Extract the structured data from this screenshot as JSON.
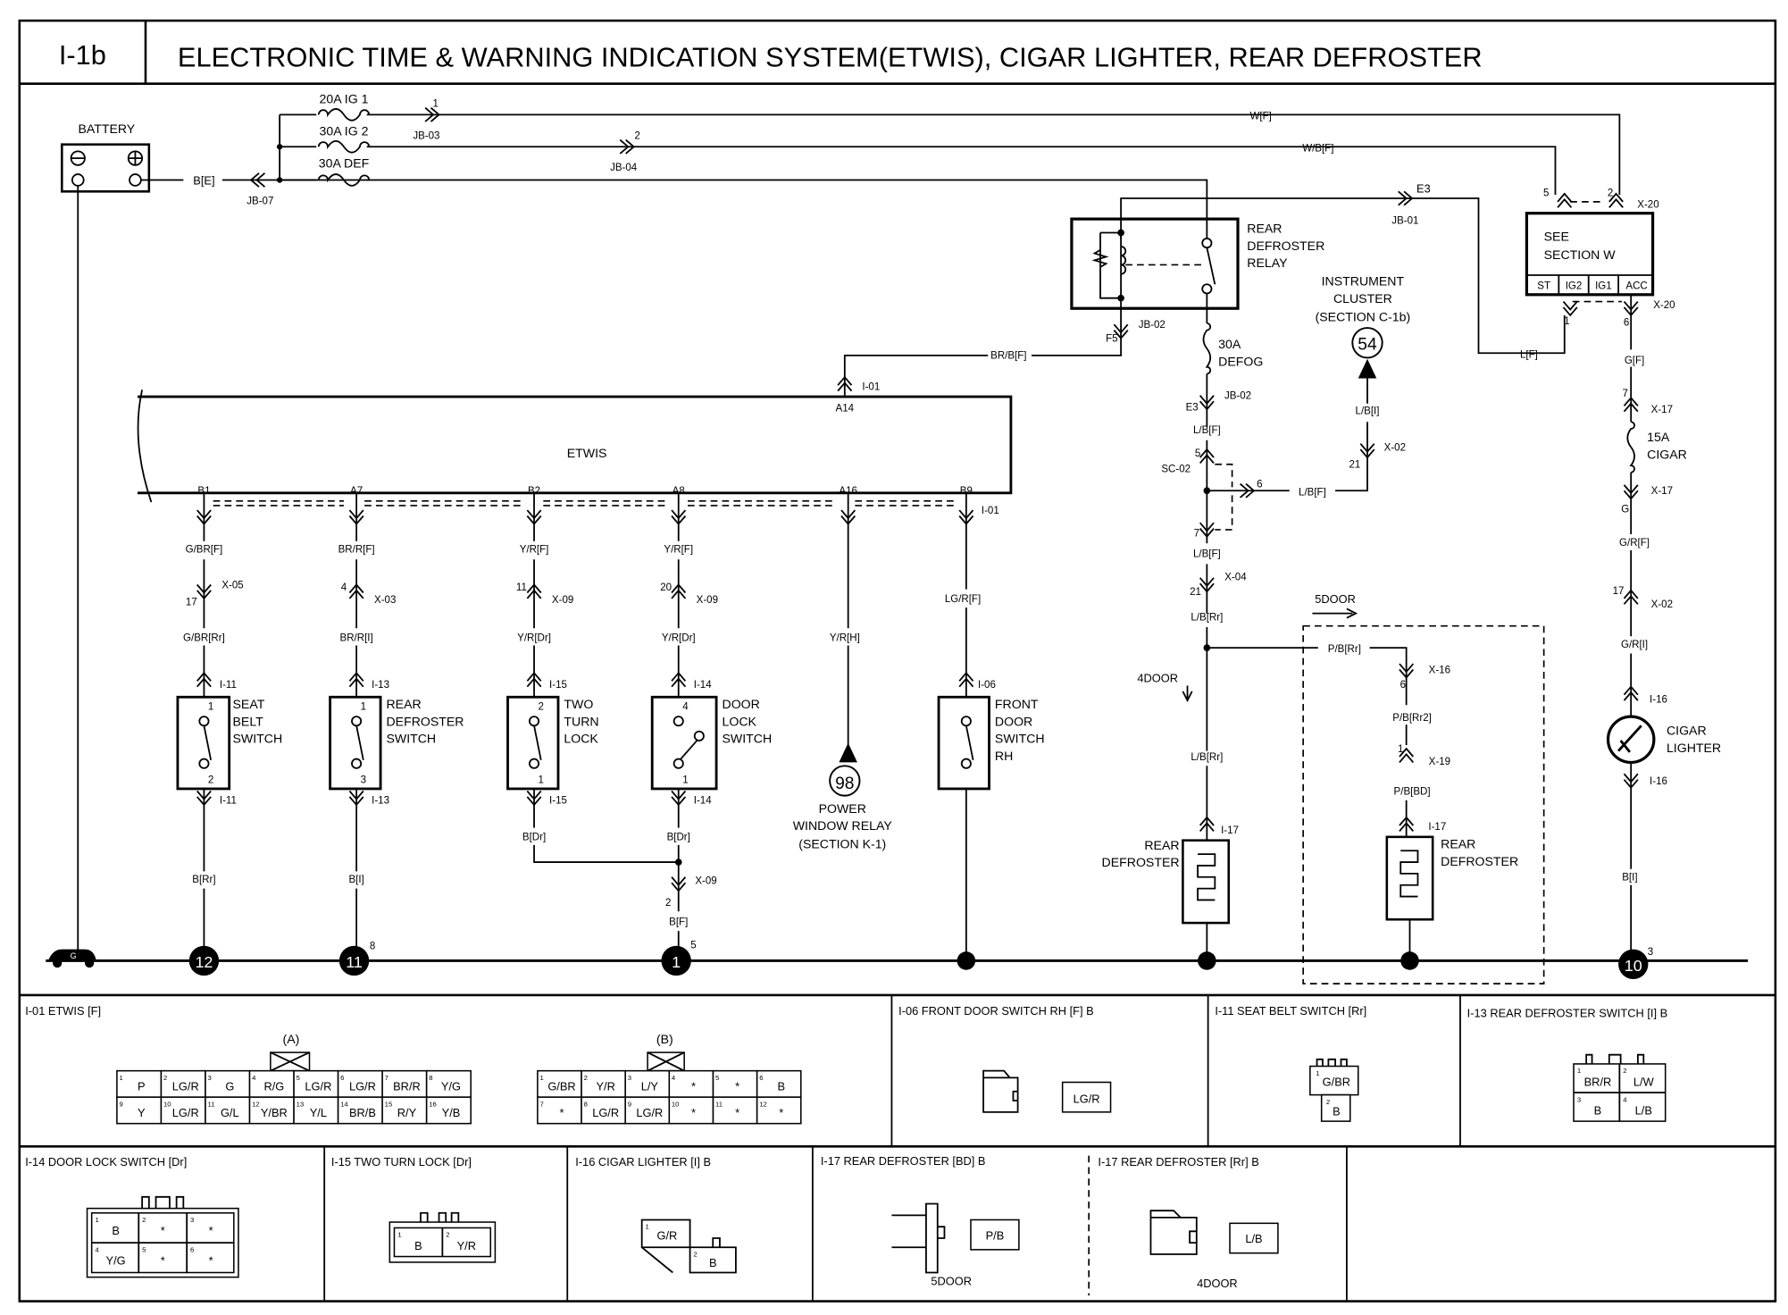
{
  "header": {
    "code": "I-1b",
    "title": "ELECTRONIC TIME & WARNING INDICATION SYSTEM(ETWIS), CIGAR LIGHTER, REAR DEFROSTER"
  },
  "power": {
    "battery": "BATTERY",
    "battery_wire": "B[E]",
    "jb07": "JB-07",
    "fuse_ig1": "20A IG 1",
    "fuse_ig2": "30A IG 2",
    "fuse_def": "30A DEF",
    "jb03": "JB-03",
    "jb03_pin": "1",
    "jb04": "JB-04",
    "jb04_pin": "2",
    "wire_wf": "W[F]",
    "wire_wbf": "W/B[F]",
    "e3_top": "E3",
    "jb01": "JB-01"
  },
  "relay": {
    "name1": "REAR",
    "name2": "DEFROSTER",
    "name3": "RELAY",
    "f5": "F5",
    "jb02a": "JB-02",
    "fuse1": "30A",
    "fuse2": "DEFOG",
    "e3": "E3",
    "jb02b": "JB-02",
    "wire1": "L/B[F]",
    "sc_pin5": "5",
    "sc02": "SC-02",
    "sc_pin6": "6",
    "wire_branch": "L/B[F]",
    "sc_pin7": "7",
    "wire2": "L/B[F]",
    "x04_pin": "21",
    "x04": "X-04",
    "wire3": "L/B[Rr]",
    "wire_brb": "BR/B[F]"
  },
  "cluster": {
    "l1": "INSTRUMENT",
    "l2": "CLUSTER",
    "l3": "(SECTION C-1b)",
    "ref": "54",
    "wire": "L/B[I]",
    "x02_pin": "21",
    "x02": "X-02"
  },
  "ignition": {
    "see1": "SEE",
    "see2": "SECTION W",
    "terminals": [
      "ST",
      "IG2",
      "IG1",
      "ACC"
    ],
    "pin5": "5",
    "pin2": "2",
    "x20_top": "X-20",
    "x20_bot": "X-20",
    "pin1": "1",
    "pin6": "6",
    "wire_lf": "L[F]",
    "wire_gf": "G[F]",
    "x17_pin": "7",
    "x17a": "X-17",
    "fuse1": "15A",
    "fuse2": "CIGAR",
    "x17b": "X-17",
    "pin_g": "G",
    "wire_grf": "G/R[F]",
    "x02_pin": "17",
    "x02": "X-02",
    "wire_gri": "G/R[I]",
    "i16a": "I-16",
    "lighter1": "CIGAR",
    "lighter2": "LIGHTER",
    "i16b": "I-16",
    "wire_bi": "B[I]",
    "ground": "10",
    "ground_pin": "3"
  },
  "defroster": {
    "label_5door": "5DOOR",
    "label_4door": "4DOOR",
    "wire_pb": "P/B[Rr]",
    "x16_pin": "6",
    "x16": "X-16",
    "wire_pb2": "P/B[Rr2]",
    "x19_pin": "1",
    "x19": "X-19",
    "wire_pbbd": "P/B[BD]",
    "i17_5": "I-17",
    "n5a": "REAR",
    "n5b": "DEFROSTER",
    "wire_lbrr": "L/B[Rr]",
    "i17_4": "I-17",
    "n4a": "REAR",
    "n4b": "DEFROSTER"
  },
  "etwis": {
    "name": "ETWIS",
    "i01_top": "I-01",
    "a14": "A14",
    "i01_bot": "I-01",
    "pins": [
      "B1",
      "A7",
      "B2",
      "A8",
      "A16",
      "B9"
    ]
  },
  "branches": {
    "seat": {
      "w1": "G/BR[F]",
      "xpin": "17",
      "x": "X-05",
      "w2": "G/BR[Rr]",
      "c1": "I-11",
      "p1": "1",
      "p2": "2",
      "n1": "SEAT",
      "n2": "BELT",
      "n3": "SWITCH",
      "c2": "I-11",
      "w3": "B[Rr]",
      "ground": "12"
    },
    "rdsw": {
      "w1": "BR/R[F]",
      "xpin": "4",
      "x": "X-03",
      "w2": "BR/R[I]",
      "c1": "I-13",
      "p1": "1",
      "p2": "3",
      "n1": "REAR",
      "n2": "DEFROSTER",
      "n3": "SWITCH",
      "c2": "I-13",
      "w3": "B[I]",
      "ground": "11",
      "ground_pin": "8"
    },
    "ttl": {
      "w1": "Y/R[F]",
      "xpin": "11",
      "x": "X-09",
      "w2": "Y/R[Dr]",
      "c1": "I-15",
      "p1": "2",
      "p2": "1",
      "n1": "TWO",
      "n2": "TURN",
      "n3": "LOCK",
      "c2": "I-15",
      "w3": "B[Dr]"
    },
    "dls": {
      "w1": "Y/R[F]",
      "xpin": "20",
      "x": "X-09",
      "w2": "Y/R[Dr]",
      "c1": "I-14",
      "p1": "4",
      "p2": "1",
      "n1": "DOOR",
      "n2": "LOCK",
      "n3": "SWITCH",
      "c2": "I-14",
      "w3": "B[Dr]",
      "x3": "X-09",
      "x3pin": "2",
      "w4": "B[F]",
      "ground": "1",
      "ground_pin": "5"
    },
    "pwr": {
      "w1": "Y/R[H]",
      "ref": "98",
      "n1": "POWER",
      "n2": "WINDOW RELAY",
      "n3": "(SECTION K-1)"
    },
    "fds": {
      "w1": "LG/R[F]",
      "c1": "I-06",
      "n1": "FRONT",
      "n2": "DOOR",
      "n3": "SWITCH",
      "n4": "RH"
    },
    "vehicle_ground": "G"
  },
  "connectors": {
    "i01": {
      "title": "I-01 ETWIS [F]",
      "a_label": "(A)",
      "b_label": "(B)",
      "a": [
        [
          "1",
          "P"
        ],
        [
          "2",
          "LG/R"
        ],
        [
          "3",
          "G"
        ],
        [
          "4",
          "R/G"
        ],
        [
          "5",
          "LG/R"
        ],
        [
          "6",
          "LG/R"
        ],
        [
          "7",
          "BR/R"
        ],
        [
          "8",
          "Y/G"
        ],
        [
          "9",
          "Y"
        ],
        [
          "10",
          "LG/R"
        ],
        [
          "11",
          "G/L"
        ],
        [
          "12",
          "Y/BR"
        ],
        [
          "13",
          "Y/L"
        ],
        [
          "14",
          "BR/B"
        ],
        [
          "15",
          "R/Y"
        ],
        [
          "16",
          "Y/B"
        ]
      ],
      "b": [
        [
          "1",
          "G/BR"
        ],
        [
          "2",
          "Y/R"
        ],
        [
          "3",
          "L/Y"
        ],
        [
          "4",
          "*"
        ],
        [
          "5",
          "*"
        ],
        [
          "6",
          "B"
        ],
        [
          "7",
          "*"
        ],
        [
          "8",
          "LG/R"
        ],
        [
          "9",
          "LG/R"
        ],
        [
          "10",
          "*"
        ],
        [
          "11",
          "*"
        ],
        [
          "12",
          "*"
        ]
      ]
    },
    "i06": {
      "title": "I-06 FRONT DOOR SWITCH RH [F] B",
      "wire": "LG/R"
    },
    "i11": {
      "title": "I-11 SEAT BELT SWITCH [Rr]",
      "p1": "1",
      "w1": "G/BR",
      "p2": "2",
      "w2": "B"
    },
    "i13": {
      "title": "I-13 REAR DEFROSTER SWITCH [I] B",
      "cells": [
        [
          "1",
          "BR/R"
        ],
        [
          "2",
          "L/W"
        ],
        [
          "3",
          "B"
        ],
        [
          "4",
          "L/B"
        ]
      ]
    },
    "i14": {
      "title": "I-14 DOOR LOCK SWITCH [Dr]",
      "cells": [
        [
          "1",
          "B"
        ],
        [
          "2",
          "*"
        ],
        [
          "3",
          "*"
        ],
        [
          "4",
          "Y/G"
        ],
        [
          "5",
          "*"
        ],
        [
          "6",
          "*"
        ]
      ]
    },
    "i15": {
      "title": "I-15 TWO TURN LOCK [Dr]",
      "cells": [
        [
          "1",
          "B"
        ],
        [
          "2",
          "Y/R"
        ]
      ]
    },
    "i16": {
      "title": "I-16 CIGAR LIGHTER [I] B",
      "p1": "1",
      "w1": "G/R",
      "p2": "2",
      "w2": "B"
    },
    "i17bd": {
      "title": "I-17 REAR DEFROSTER [BD] B",
      "wire": "P/B",
      "note": "5DOOR"
    },
    "i17rr": {
      "title": "I-17 REAR DEFROSTER [Rr] B",
      "wire": "L/B",
      "note": "4DOOR"
    }
  }
}
